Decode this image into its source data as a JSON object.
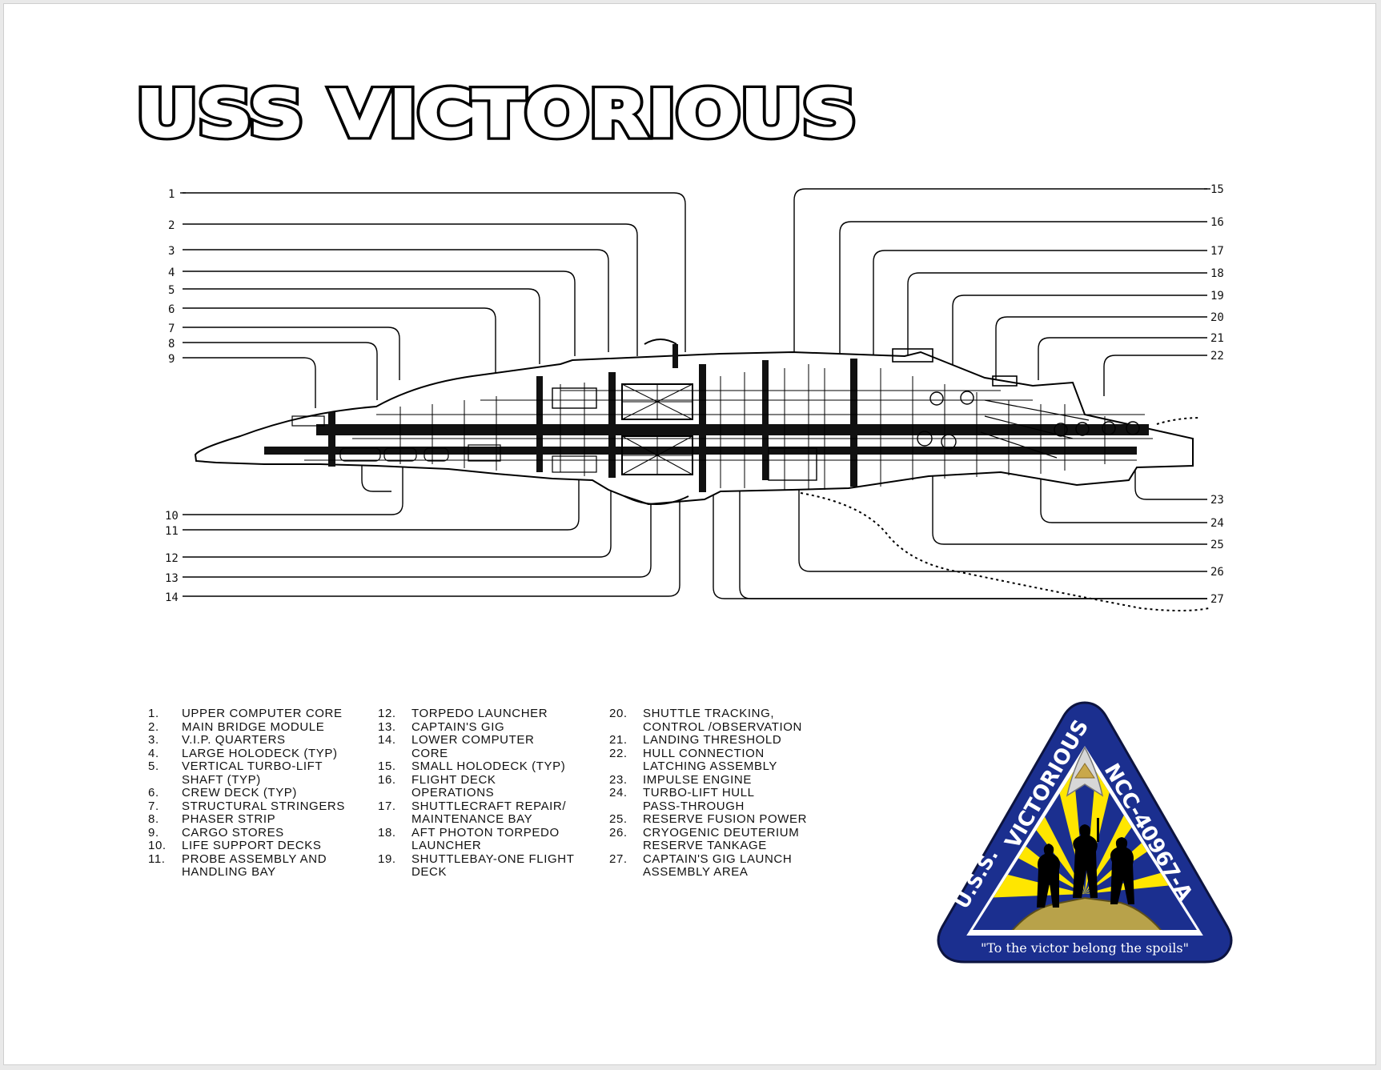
{
  "title": "USS VICTORIOUS",
  "callouts_left": [
    "1",
    "2",
    "3",
    "4",
    "5",
    "6",
    "7",
    "8",
    "9",
    "10",
    "11",
    "12",
    "13",
    "14"
  ],
  "callouts_right": [
    "15",
    "16",
    "17",
    "18",
    "19",
    "20",
    "21",
    "22",
    "23",
    "24",
    "25",
    "26",
    "27"
  ],
  "legend": {
    "col1": [
      {
        "num": "1.",
        "text": "UPPER COMPUTER CORE"
      },
      {
        "num": "2.",
        "text": "MAIN BRIDGE MODULE"
      },
      {
        "num": "3.",
        "text": "V.I.P. QUARTERS"
      },
      {
        "num": "4.",
        "text": "LARGE HOLODECK (TYP)"
      },
      {
        "num": "5.",
        "text": "VERTICAL TURBO-LIFT\nSHAFT (TYP)"
      },
      {
        "num": "6.",
        "text": "CREW DECK (TYP)"
      },
      {
        "num": "7.",
        "text": "STRUCTURAL STRINGERS"
      },
      {
        "num": "8.",
        "text": "PHASER STRIP"
      },
      {
        "num": "9.",
        "text": "CARGO STORES"
      },
      {
        "num": "10.",
        "text": "LIFE SUPPORT DECKS"
      },
      {
        "num": "11.",
        "text": "PROBE ASSEMBLY AND\nHANDLING BAY"
      }
    ],
    "col2": [
      {
        "num": "12.",
        "text": "TORPEDO LAUNCHER"
      },
      {
        "num": "13.",
        "text": "CAPTAIN'S GIG"
      },
      {
        "num": "14.",
        "text": "LOWER COMPUTER\nCORE"
      },
      {
        "num": "15.",
        "text": "SMALL HOLODECK (TYP)"
      },
      {
        "num": "16.",
        "text": "FLIGHT DECK\nOPERATIONS"
      },
      {
        "num": "17.",
        "text": "SHUTTLECRAFT REPAIR/\nMAINTENANCE BAY"
      },
      {
        "num": "18.",
        "text": "AFT PHOTON TORPEDO\nLAUNCHER"
      },
      {
        "num": "19.",
        "text": "SHUTTLEBAY-ONE FLIGHT\nDECK"
      }
    ],
    "col3": [
      {
        "num": "20.",
        "text": "SHUTTLE TRACKING,\nCONTROL /OBSERVATION"
      },
      {
        "num": "21.",
        "text": "LANDING THRESHOLD"
      },
      {
        "num": "22.",
        "text": "HULL CONNECTION\nLATCHING ASSEMBLY"
      },
      {
        "num": "23.",
        "text": "IMPULSE ENGINE"
      },
      {
        "num": "24.",
        "text": "TURBO-LIFT HULL\nPASS-THROUGH"
      },
      {
        "num": "25.",
        "text": "RESERVE FUSION POWER"
      },
      {
        "num": "26.",
        "text": "CRYOGENIC DEUTERIUM\nRESERVE TANKAGE"
      },
      {
        "num": "27.",
        "text": "CAPTAIN'S GIG LAUNCH\nASSEMBLY AREA"
      }
    ]
  },
  "badge": {
    "ship_name": "VICTORIOUS",
    "prefix": "U.S.S.",
    "registry": "NCC-40967-A",
    "motto": "\"To the victor belong the spoils\"",
    "colors": {
      "border": "#1b2f8f",
      "sun": "#ffe600",
      "ground": "#b8a24a"
    }
  }
}
